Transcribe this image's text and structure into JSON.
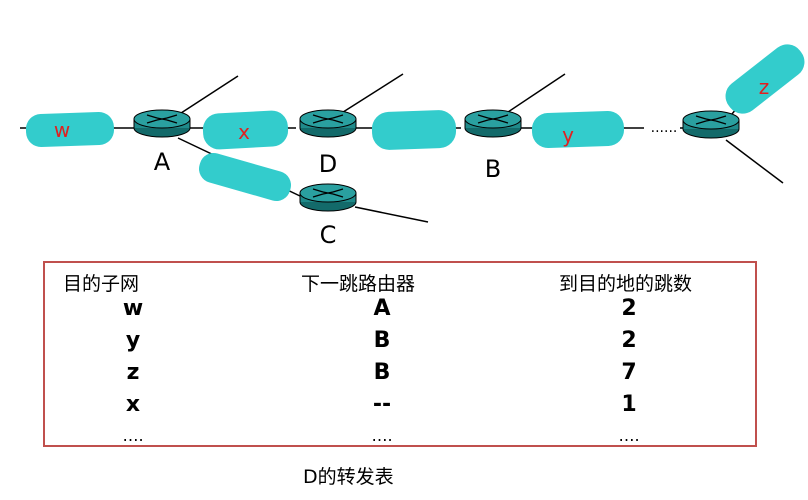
{
  "diagram": {
    "routers": [
      "A",
      "D",
      "B",
      "C"
    ],
    "subnets": [
      "w",
      "x",
      "y",
      "z"
    ],
    "ellipsis": "......"
  },
  "table": {
    "headers": [
      "目的子网",
      "下一跳路由器",
      "到目的地的跳数"
    ],
    "rows": [
      [
        "w",
        "A",
        "2"
      ],
      [
        "y",
        "B",
        "2"
      ],
      [
        "z",
        "B",
        "7"
      ],
      [
        "x",
        "--",
        "1"
      ],
      [
        "….",
        "….",
        "…."
      ]
    ]
  },
  "caption": "D的转发表",
  "colors": {
    "subnet_fill": "#33cccc",
    "router_fill": "#1f8a8a",
    "subnet_label": "#e02020",
    "table_border": "#c0504d"
  }
}
